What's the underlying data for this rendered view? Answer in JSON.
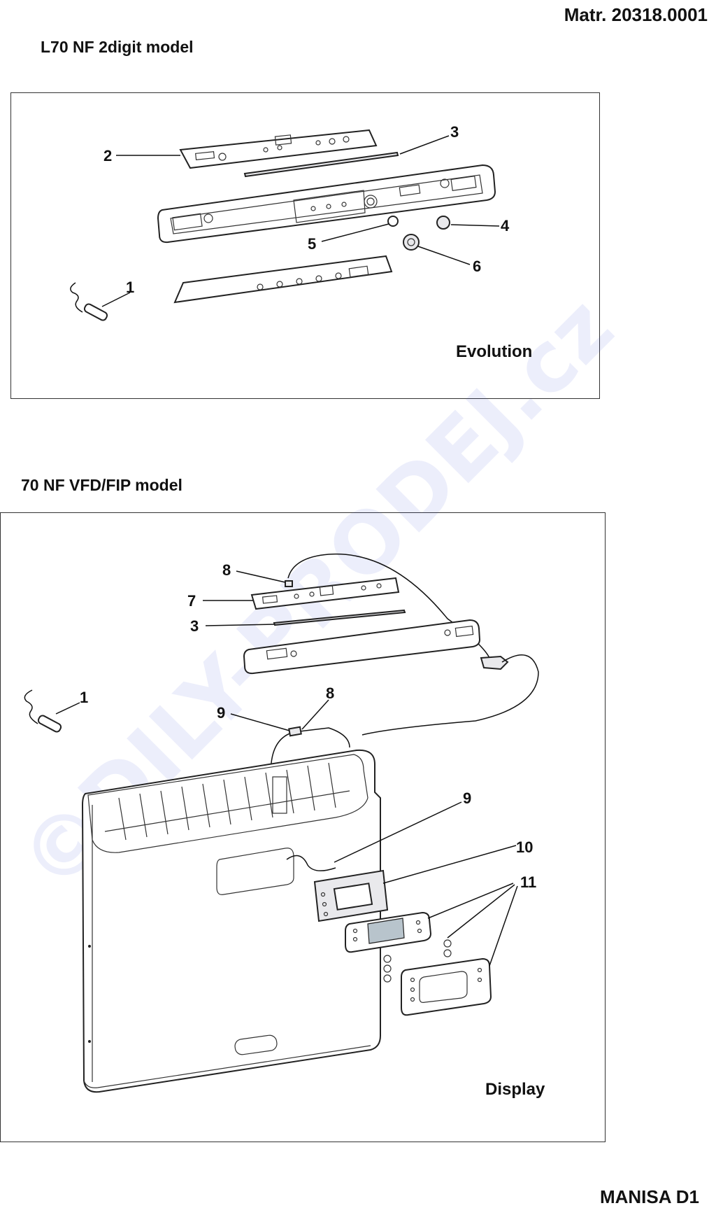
{
  "header": {
    "doc_code": "Matr. 20318.0001"
  },
  "footer": {
    "model": "MANISA D1"
  },
  "watermark": "©DILY-PRODEJ.cz",
  "section1": {
    "title": "L70 NF 2digit model",
    "caption": "Evolution",
    "callouts": [
      "1",
      "2",
      "3",
      "4",
      "5",
      "6"
    ]
  },
  "section2": {
    "title": "70 NF VFD/FIP model",
    "caption": "Display",
    "callouts": [
      "8",
      "7",
      "3",
      "1",
      "9",
      "8",
      "9",
      "10",
      "11"
    ]
  }
}
